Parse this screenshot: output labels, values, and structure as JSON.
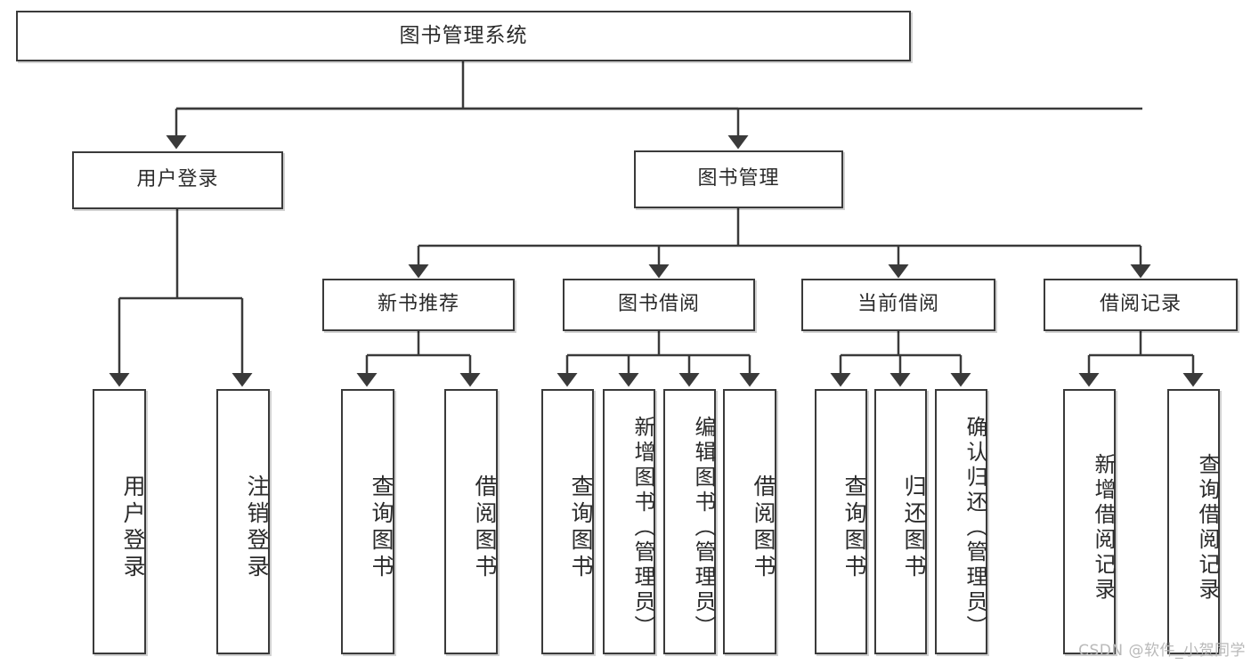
{
  "diagram": {
    "title": "图书管理系统",
    "type": "tree",
    "root": {
      "id": "root",
      "label": "图书管理系统"
    },
    "level1": [
      {
        "id": "user-login",
        "label": "用户登录"
      },
      {
        "id": "book-manage",
        "label": "图书管理"
      }
    ],
    "level2": [
      {
        "id": "new-book-rec",
        "label": "新书推荐",
        "parent": "book-manage"
      },
      {
        "id": "book-borrow",
        "label": "图书借阅",
        "parent": "book-manage"
      },
      {
        "id": "current-borrow",
        "label": "当前借阅",
        "parent": "book-manage"
      },
      {
        "id": "borrow-record",
        "label": "借阅记录",
        "parent": "book-manage"
      }
    ],
    "leaves": [
      {
        "id": "leaf-user-login",
        "label": "用户登录",
        "parent": "user-login"
      },
      {
        "id": "leaf-logout-login",
        "label": "注销登录",
        "parent": "user-login"
      },
      {
        "id": "leaf-query-book-1",
        "label": "查询图书",
        "parent": "new-book-rec"
      },
      {
        "id": "leaf-borrow-book-1",
        "label": "借阅图书",
        "parent": "new-book-rec"
      },
      {
        "id": "leaf-query-book-2",
        "label": "查询图书",
        "parent": "book-borrow"
      },
      {
        "id": "leaf-add-book",
        "label": "新增图书（管理员）",
        "parent": "book-borrow"
      },
      {
        "id": "leaf-edit-book",
        "label": "编辑图书（管理员）",
        "parent": "book-borrow"
      },
      {
        "id": "leaf-borrow-book-2",
        "label": "借阅图书",
        "parent": "book-borrow"
      },
      {
        "id": "leaf-query-book-3",
        "label": "查询图书",
        "parent": "current-borrow"
      },
      {
        "id": "leaf-return-book",
        "label": "归还图书",
        "parent": "current-borrow"
      },
      {
        "id": "leaf-confirm-return",
        "label": "确认归还（管理员）",
        "parent": "current-borrow"
      },
      {
        "id": "leaf-add-record",
        "label": "新增借阅记录",
        "parent": "borrow-record"
      },
      {
        "id": "leaf-query-record",
        "label": "查询借阅记录",
        "parent": "borrow-record"
      }
    ],
    "colors": {
      "stroke": "#3a3a3a",
      "fill": "#ffffff",
      "text": "#2b2b2b",
      "watermark": "#b9b9b9"
    }
  },
  "watermark": {
    "text": "CSDN @软件_小贺同学"
  }
}
